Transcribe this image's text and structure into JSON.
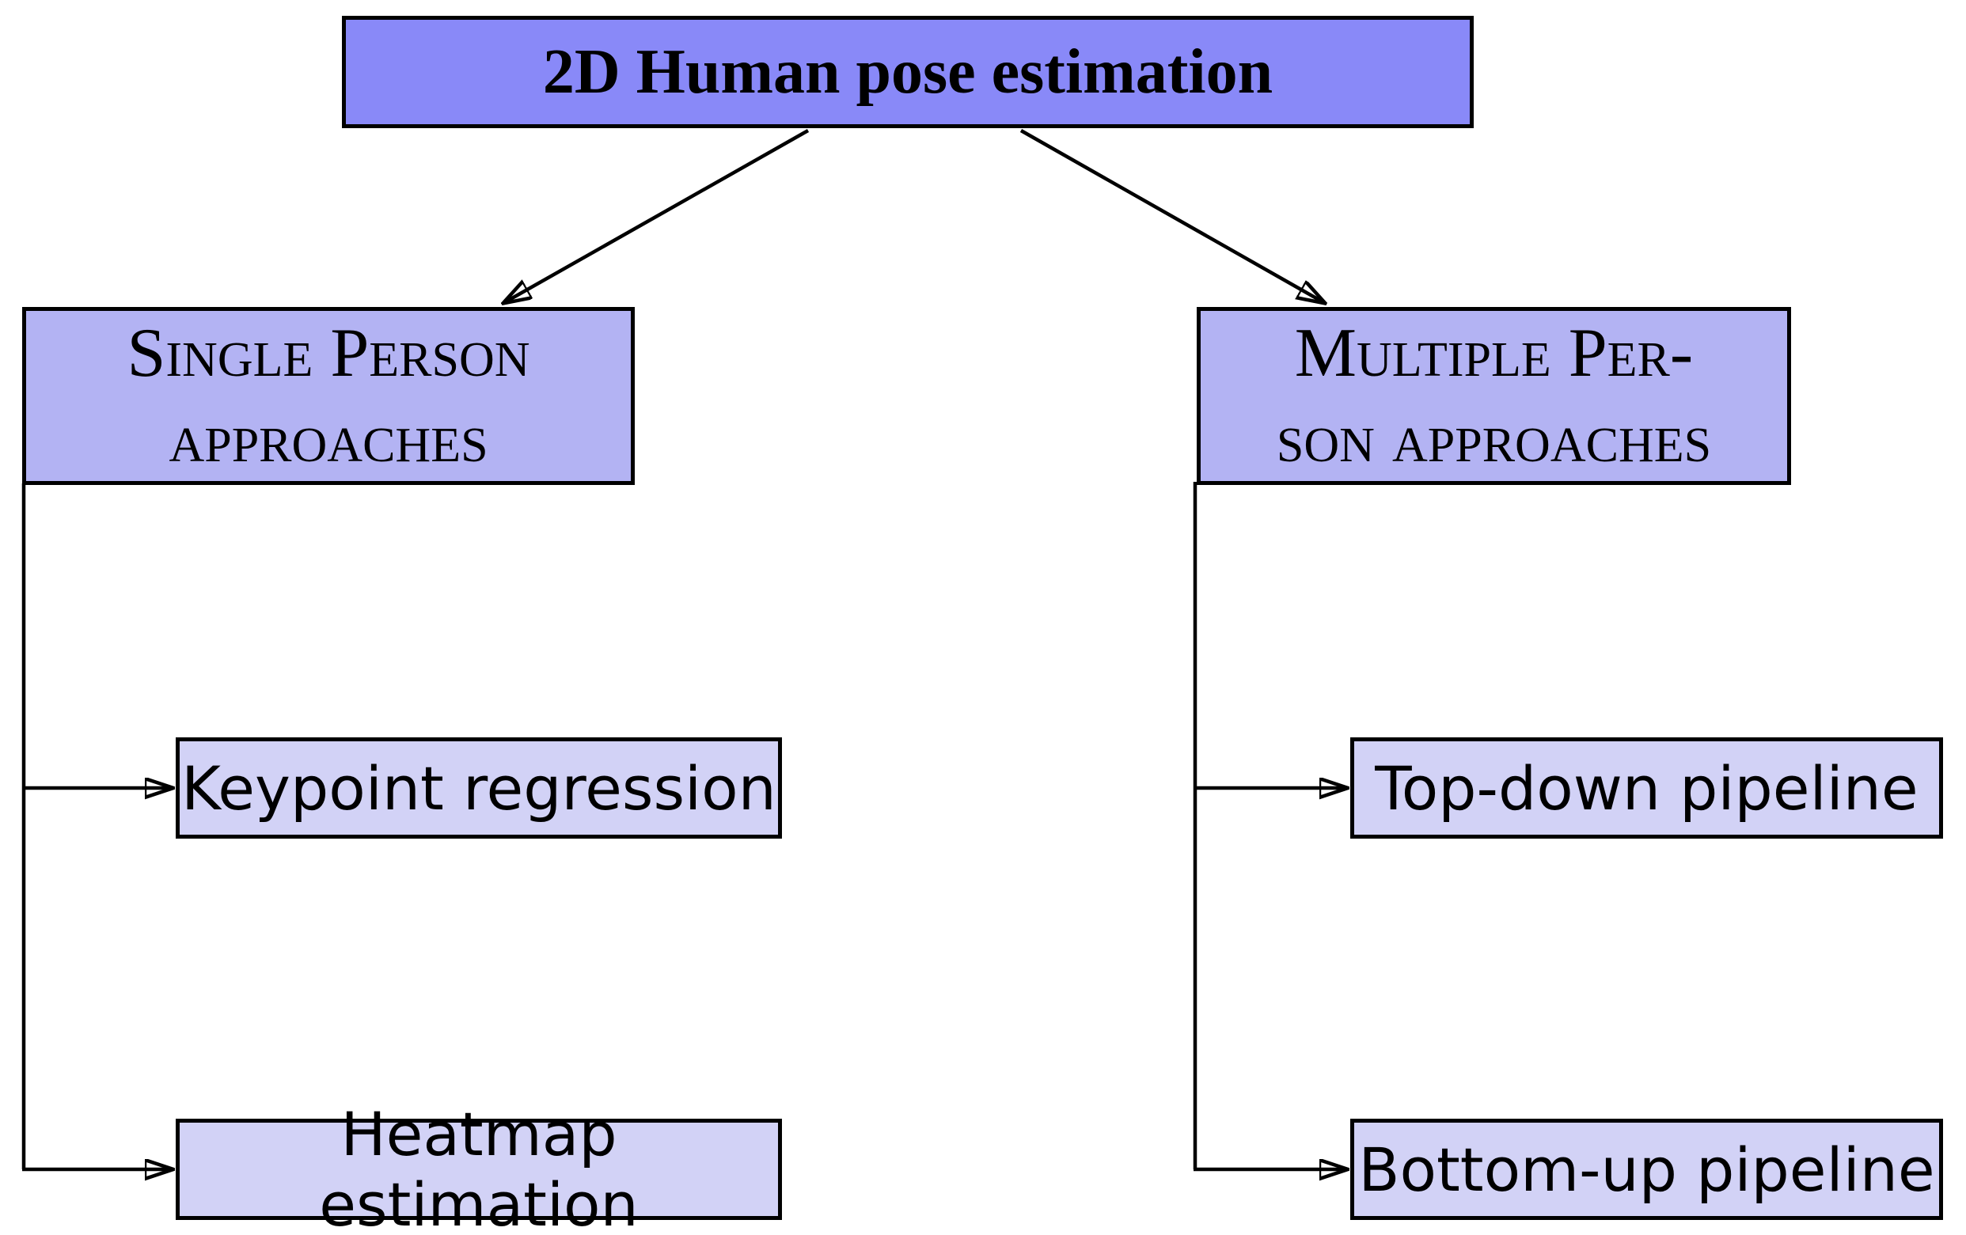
{
  "diagram": {
    "title": "2D Human pose estimation",
    "root": {
      "label": "2D Human pose estimation"
    },
    "branches": [
      {
        "label": "Single Person approaches",
        "line1": "Single Person",
        "line2": "approaches",
        "children": [
          {
            "label": "Keypoint regression"
          },
          {
            "label": "Heatmap estimation"
          }
        ]
      },
      {
        "label": "Multiple Person approaches",
        "line1": "Multiple Per-",
        "line2": "son approaches",
        "children": [
          {
            "label": "Top-down pipeline"
          },
          {
            "label": "Bottom-up pipeline"
          }
        ]
      }
    ],
    "colors": {
      "root_fill": "#8989f8",
      "branch_fill": "#b3b3f3",
      "leaf_fill": "#d2d2f6",
      "border": "#000000",
      "background": "#ffffff"
    }
  }
}
